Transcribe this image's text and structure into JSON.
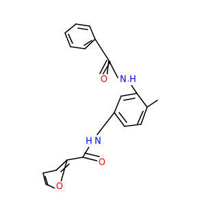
{
  "molecule": {
    "colors": {
      "bond": "#000000",
      "nitrogen": "#0000ff",
      "oxygen": "#ff0000"
    },
    "atoms": {
      "o_amide_top": {
        "label": "O",
        "element": "oxygen"
      },
      "n_amide_top": {
        "label": "N",
        "element": "nitrogen"
      },
      "h_amide_top": {
        "label": "H",
        "element": "nitrogen"
      },
      "n_amide_bottom": {
        "label": "N",
        "element": "nitrogen"
      },
      "h_amide_bottom": {
        "label": "H",
        "element": "nitrogen"
      },
      "o_amide_bottom": {
        "label": "O",
        "element": "oxygen"
      },
      "o_furan": {
        "label": "O",
        "element": "oxygen"
      }
    }
  }
}
